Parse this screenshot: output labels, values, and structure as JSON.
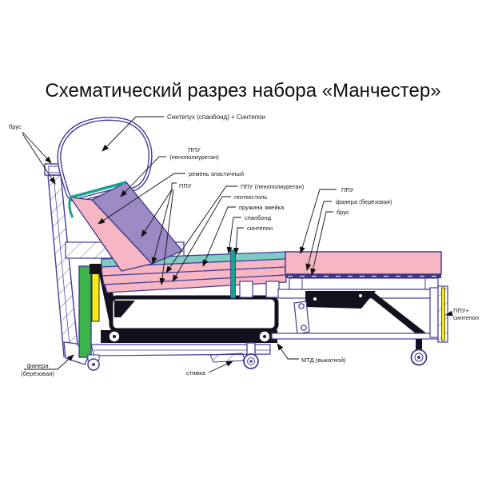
{
  "title": "Схематический разрез набора «Манчестер»",
  "labels": {
    "brus_top_left": "брус",
    "sintepuh": "Синтепух (спанбонд) + Синтепон",
    "ppu_back_line1": "ППУ",
    "ppu_back_line2": "(пенополиуретан)",
    "remen_elastichny": "ремень эластичный",
    "ppu_seat_left": "ППУ",
    "ppu_penopoliuretan": "ППУ (пенополиуретан)",
    "geotekstil": "геотекстиль",
    "pruzhina_zmeika": "пружина змейка",
    "spanbond": "спанбонд",
    "sintepon": "синтепон",
    "ppu_right": "ППУ",
    "fanera_berezovaya_right": "фанера (берёзовая)",
    "brus_right": "брус",
    "fanera_left_line1": "фанера",
    "fanera_left_line2": "(берёзовая)",
    "styazhka": "стяжка",
    "mtd": "МТД (выкатной)",
    "ppu_plus_line1": "ППУ+",
    "ppu_plus_line2": "синтепон"
  },
  "colors": {
    "outline_purple": "#453c96",
    "foam_pink": "#f6b6c3",
    "layer_teal": "#7fccc3",
    "strap_teal": "#18a090",
    "foam_purple": "#9b8ac4",
    "plywood_green": "#3bb54a",
    "foam_yellow": "#f6eb16",
    "metal_black": "#14101e",
    "text": "#1a1a1a"
  }
}
